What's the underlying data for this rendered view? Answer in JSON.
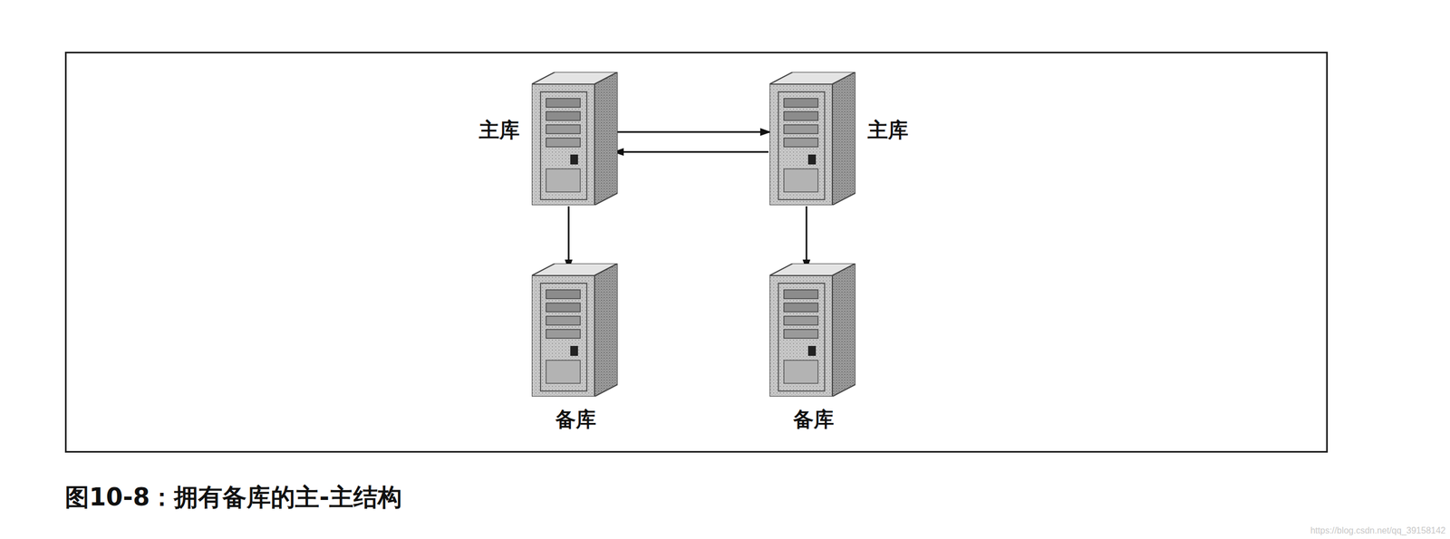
{
  "diagram": {
    "caption": "图10-8：拥有备库的主-主结构",
    "nodes": [
      {
        "text": [
          "主库"
        ]
      },
      {
        "text": [
          "主库"
        ]
      },
      {
        "text": [
          "备库"
        ]
      },
      {
        "text": [
          "备库"
        ]
      }
    ],
    "edges": [
      {
        "from": 0,
        "to": 1,
        "arrow": "to"
      },
      {
        "from": 1,
        "to": 0,
        "arrow": "to"
      },
      {
        "from": 0,
        "to": 2,
        "arrow": "to"
      },
      {
        "from": 1,
        "to": 3,
        "arrow": "to"
      }
    ],
    "labels": [
      "https://blog.csdn.net/qq_39158142"
    ]
  }
}
